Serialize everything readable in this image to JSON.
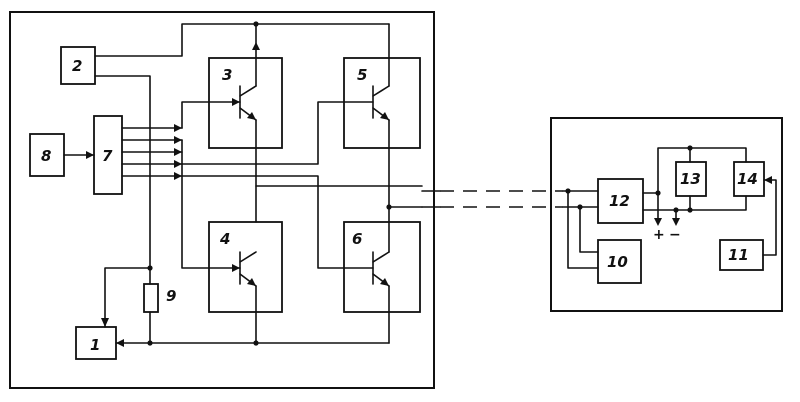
{
  "diagram": {
    "blocks": {
      "b1": "1",
      "b2": "2",
      "b3": "3",
      "b4": "4",
      "b5": "5",
      "b6": "6",
      "b8": "8",
      "b7": "7",
      "b9": "9",
      "b10": "10",
      "b11": "11",
      "b12": "12",
      "b13": "13",
      "b14": "14"
    },
    "polarity": {
      "plus": "+",
      "minus": "−"
    },
    "colors": {
      "ink": "#111111",
      "paper": "#ffffff"
    }
  }
}
